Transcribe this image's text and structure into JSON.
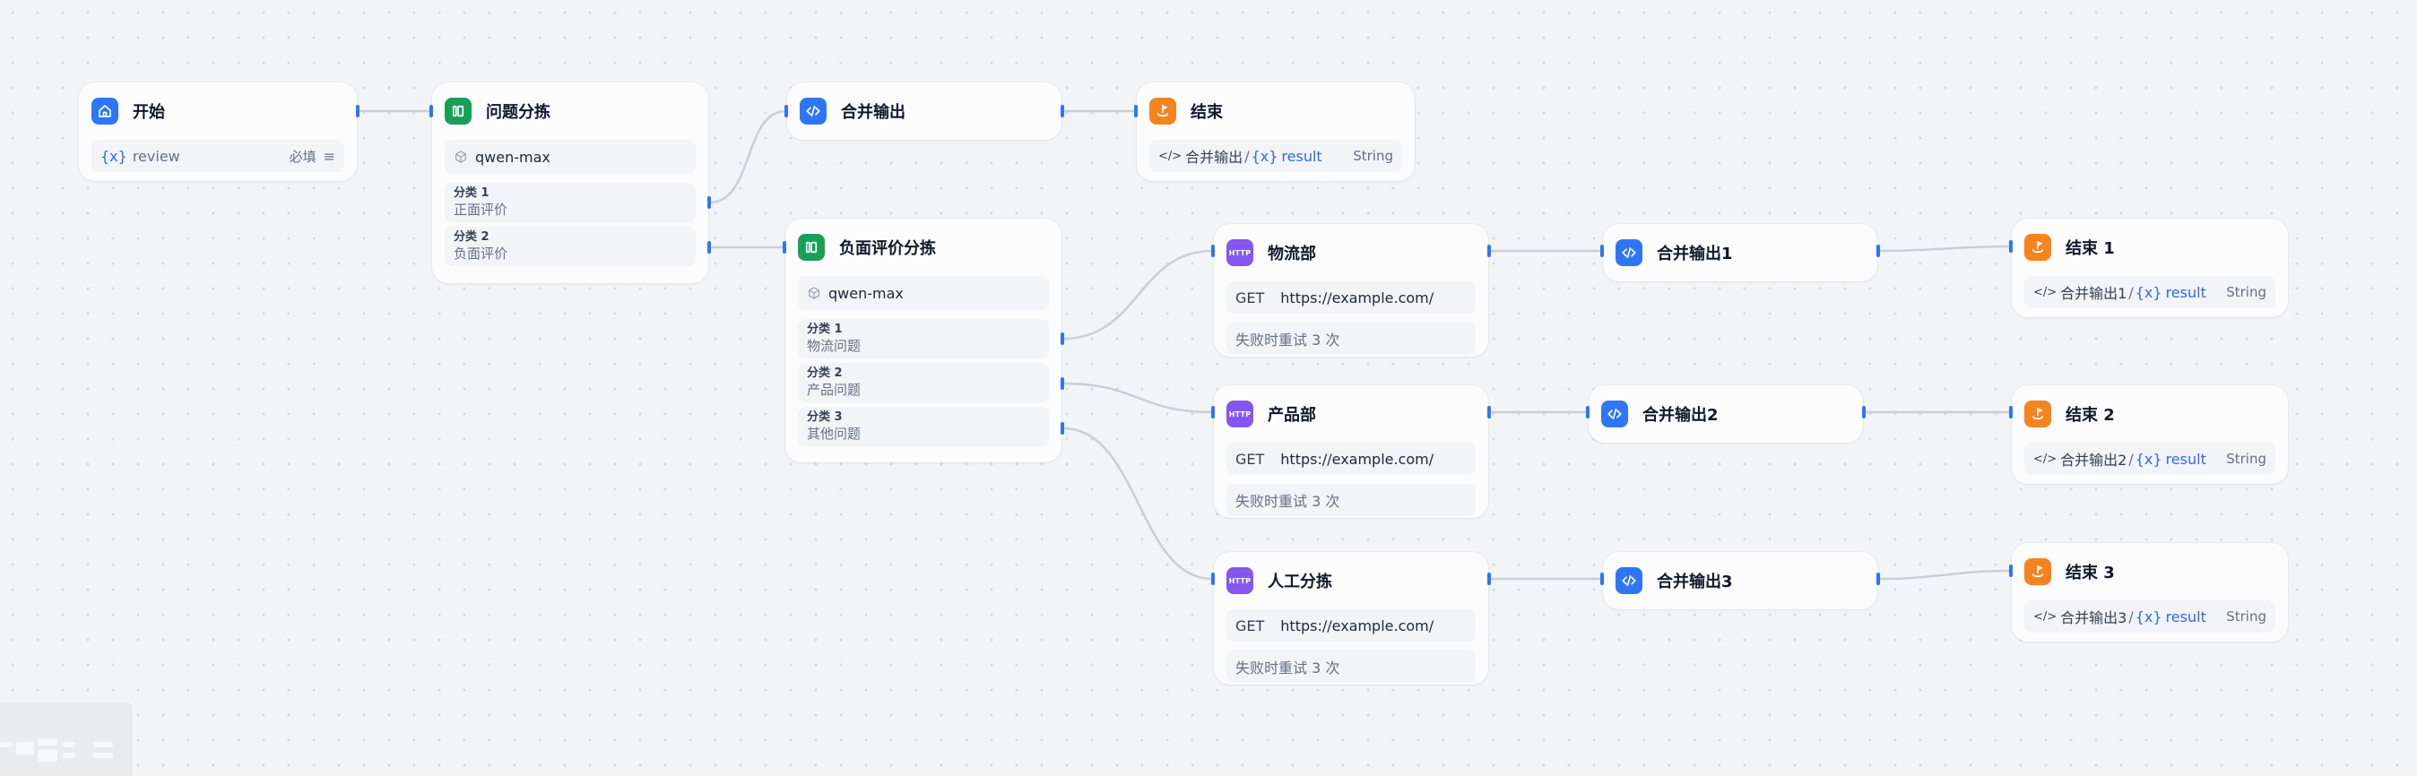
{
  "colors": {
    "accent": "#2e76f5",
    "start": "#2e76f5",
    "classifier": "#18a058",
    "end": "#f5841f",
    "http": "#8657f0",
    "edge": "#c9ced6"
  },
  "nodes": {
    "start": {
      "title": "开始",
      "icon": "home-icon",
      "var_prefix": "{x}",
      "var_name": "review",
      "required": "必填"
    },
    "classify": {
      "title": "问题分拣",
      "icon": "classifier-icon",
      "model": "qwen-max",
      "classes": [
        {
          "label": "分类 1",
          "value": "正面评价"
        },
        {
          "label": "分类 2",
          "value": "负面评价"
        }
      ]
    },
    "merge_top": {
      "title": "合并输出",
      "icon": "code-icon"
    },
    "end_top": {
      "title": "结束",
      "icon": "end-icon",
      "out_prefix": "</>",
      "out_src": "合并输出",
      "out_sep": "/",
      "out_var_prefix": "{x}",
      "out_var": "result",
      "out_type": "String"
    },
    "neg_classify": {
      "title": "负面评价分拣",
      "icon": "classifier-icon",
      "model": "qwen-max",
      "classes": [
        {
          "label": "分类 1",
          "value": "物流问题"
        },
        {
          "label": "分类 2",
          "value": "产品问题"
        },
        {
          "label": "分类 3",
          "value": "其他问题"
        }
      ]
    },
    "http1": {
      "title": "物流部",
      "icon_text": "HTTP",
      "method": "GET",
      "url": "https://example.com/",
      "retry": "失败时重试 3 次"
    },
    "http2": {
      "title": "产品部",
      "icon_text": "HTTP",
      "method": "GET",
      "url": "https://example.com/",
      "retry": "失败时重试 3 次"
    },
    "http3": {
      "title": "人工分拣",
      "icon_text": "HTTP",
      "method": "GET",
      "url": "https://example.com/",
      "retry": "失败时重试 3 次"
    },
    "merge1": {
      "title": "合并输出1",
      "icon": "code-icon"
    },
    "merge2": {
      "title": "合并输出2",
      "icon": "code-icon"
    },
    "merge3": {
      "title": "合并输出3",
      "icon": "code-icon"
    },
    "end1": {
      "title": "结束 1",
      "icon": "end-icon",
      "out_prefix": "</>",
      "out_src": "合并输出1",
      "out_sep": "/",
      "out_var_prefix": "{x}",
      "out_var": "result",
      "out_type": "String"
    },
    "end2": {
      "title": "结束 2",
      "icon": "end-icon",
      "out_prefix": "</>",
      "out_src": "合并输出2",
      "out_sep": "/",
      "out_var_prefix": "{x}",
      "out_var": "result",
      "out_type": "String"
    },
    "end3": {
      "title": "结束 3",
      "icon": "end-icon",
      "out_prefix": "</>",
      "out_src": "合并输出3",
      "out_sep": "/",
      "out_var_prefix": "{x}",
      "out_var": "result",
      "out_type": "String"
    }
  }
}
